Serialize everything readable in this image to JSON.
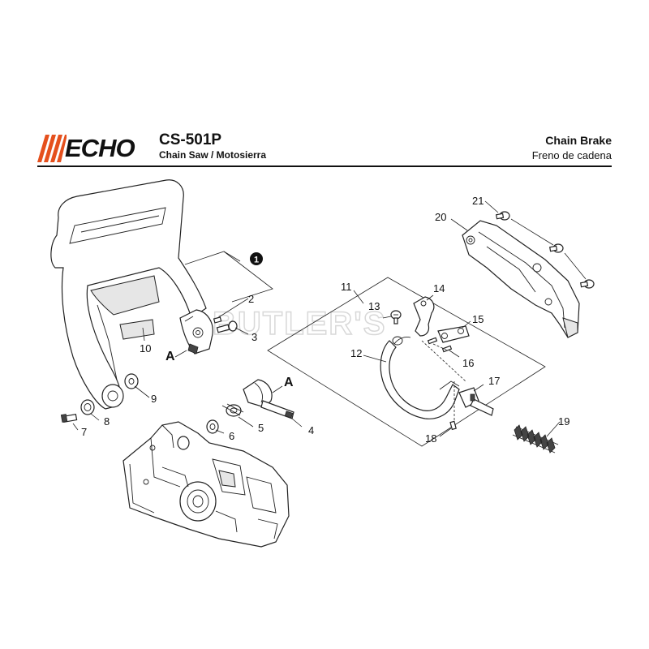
{
  "header": {
    "brand": "ECHO",
    "model": "CS-501P",
    "subtitle": "Chain Saw / Motosierra",
    "section_title": "Chain Brake",
    "section_subtitle": "Freno de cadena"
  },
  "watermark": "BUTLER'S",
  "callouts": {
    "kit": "1",
    "p2": "2",
    "p3": "3",
    "p4": "4",
    "p5": "5",
    "p6": "6",
    "p7": "7",
    "p8": "8",
    "p9": "9",
    "p10": "10",
    "p11": "11",
    "p12": "12",
    "p13": "13",
    "p14": "14",
    "p15": "15",
    "p16": "16",
    "p17": "17",
    "p18": "18",
    "p19": "19",
    "p20": "20",
    "p21": "21",
    "ref_a_left": "A",
    "ref_a_right": "A"
  }
}
